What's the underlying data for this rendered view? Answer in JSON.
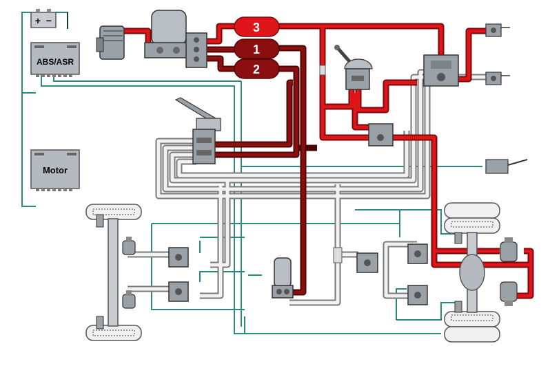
{
  "labels": {
    "abs_asr": "ABS/ASR",
    "motor": "Motor",
    "battery_plus": "+",
    "battery_minus": "−"
  },
  "tanks": [
    {
      "id": "3",
      "label": "3"
    },
    {
      "id": "1",
      "label": "1"
    },
    {
      "id": "2",
      "label": "2"
    }
  ],
  "colors": {
    "circuit_red": "#e0151a",
    "circuit_darkred": "#8b0f0f",
    "control_pipe_fill": "#f2f2f2",
    "control_pipe_edge": "#7a7a7a",
    "electric_line": "#2a8a80",
    "component_grey": "#a9b0b6"
  }
}
